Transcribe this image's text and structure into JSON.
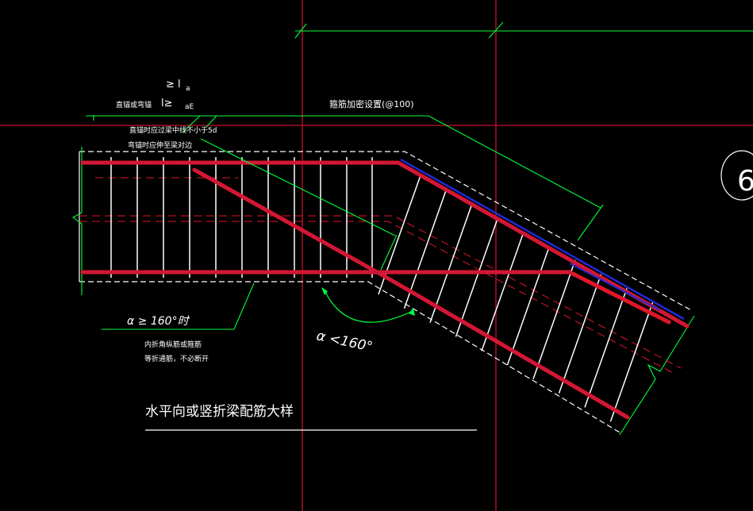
{
  "drawing": {
    "title": "水平向或竖折梁配筋大样",
    "labels": {
      "la_ge": "≥ l",
      "la_sub": "a",
      "lae_ge": "l≥",
      "lae_sub": "aE",
      "anchor_type": "直锚或弯锚",
      "anchor_note_1": "直锚时应过梁中线不小于5d",
      "anchor_note_2": "弯锚时应伸至梁对边",
      "stirrup_note": "箍筋加密设置(@100)",
      "alpha_ge": "α   ≥   160°时",
      "alpha_lt": "α  <160°",
      "inner_note_1": "内折角纵筋或箍筋",
      "inner_note_2": "等折通筋，不必断开",
      "bubble": "6"
    }
  },
  "colors": {
    "background": "#000000",
    "rebar": "#e0162a",
    "stirrup": "#ffffff",
    "dim": "#00ff3c",
    "axis": "#c8102e",
    "concrete_outline": "#ffffff",
    "blue_bar": "#1e2bd6"
  }
}
